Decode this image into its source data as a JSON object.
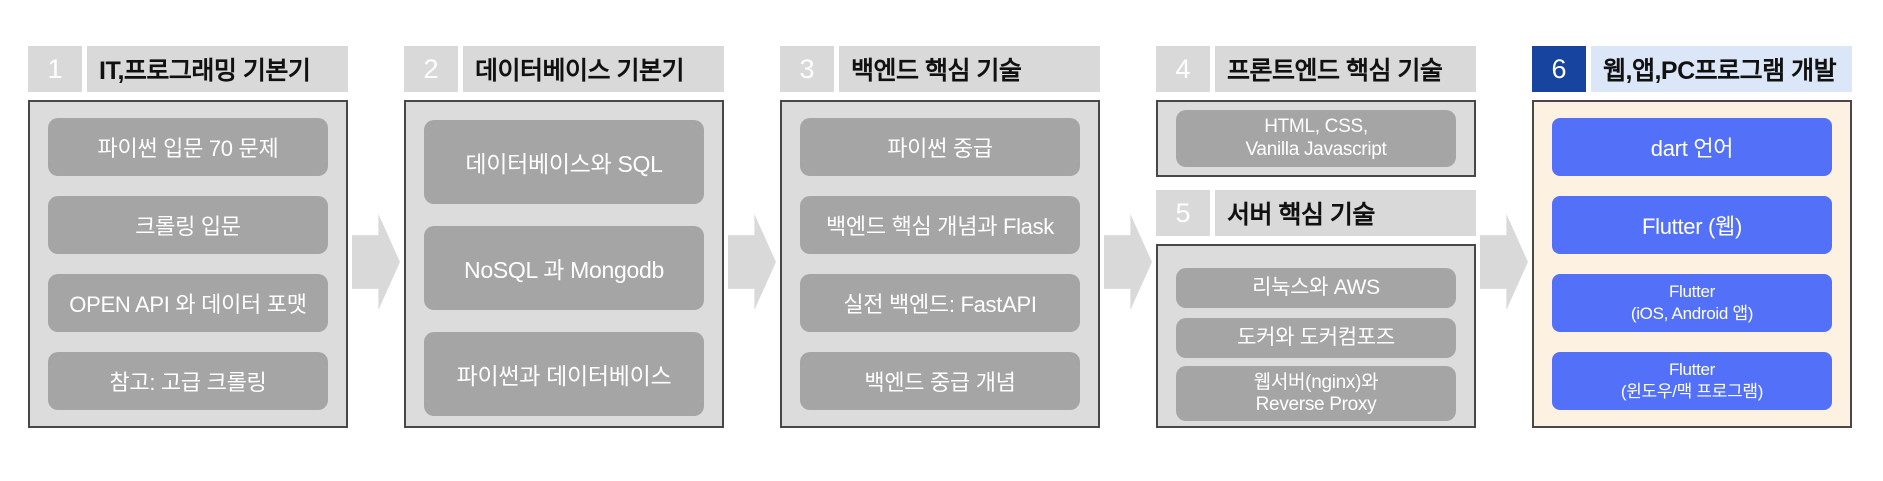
{
  "diagram": {
    "description_colors": {
      "header_bg": "#d9d9d9",
      "header_number_text": "#ffffff",
      "header_title_text": "#111111",
      "panel_bg": "#dcdcdc",
      "panel_border": "#484848",
      "item_bg": "#a5a5a5",
      "item_text": "#ffffff",
      "arrow": "#d9d9d9",
      "final_step_number_bg": "#16449e",
      "final_step_header_bg": "#dbe7f8",
      "final_step_panel_bg": "#fdf1e2",
      "final_step_item_bg": "#5270f8"
    },
    "columns": [
      {
        "number": "1",
        "title": "IT,프로그래밍 기본기",
        "items": [
          {
            "label": "파이썬 입문 70 문제"
          },
          {
            "label": "크롤링 입문"
          },
          {
            "label": "OPEN API 와 데이터 포맷"
          },
          {
            "label": "참고: 고급 크롤링"
          }
        ]
      },
      {
        "number": "2",
        "title": "데이터베이스 기본기",
        "items": [
          {
            "label": "데이터베이스와 SQL"
          },
          {
            "label": "NoSQL 과 Mongodb"
          },
          {
            "label": "파이썬과 데이터베이스"
          }
        ]
      },
      {
        "number": "3",
        "title": "백엔드 핵심 기술",
        "items": [
          {
            "label": "파이썬 중급"
          },
          {
            "label": "백엔드 핵심 개념과 Flask"
          },
          {
            "label": "실전 백엔드: FastAPI"
          },
          {
            "label": "백엔드 중급 개념"
          }
        ]
      },
      {
        "number": "4",
        "title": "프론트엔드 핵심 기술",
        "items": [
          {
            "line1": "HTML, CSS,",
            "line2": "Vanilla Javascript"
          }
        ]
      },
      {
        "number": "5",
        "title": "서버 핵심 기술",
        "items": [
          {
            "label": "리눅스와 AWS"
          },
          {
            "label": "도커와 도커컴포즈"
          },
          {
            "line1": "웹서버(nginx)와",
            "line2": "Reverse Proxy"
          }
        ]
      },
      {
        "number": "6",
        "title": "웹,앱,PC프로그램 개발",
        "items": [
          {
            "label": "dart 언어"
          },
          {
            "label": "Flutter (웹)"
          },
          {
            "line1": "Flutter",
            "line2": "(iOS, Android 앱)"
          },
          {
            "line1": "Flutter",
            "line2": "(윈도우/맥 프로그램)"
          }
        ]
      }
    ]
  }
}
